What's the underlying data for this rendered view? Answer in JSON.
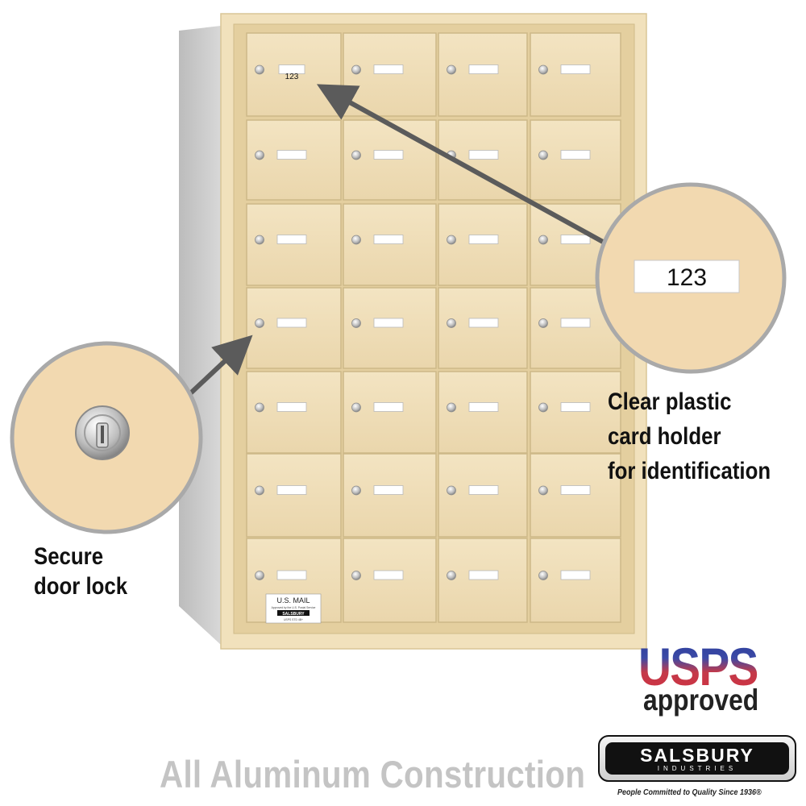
{
  "product": {
    "box_number_label": "123",
    "zoom_card_label": "123",
    "mail_label": {
      "title": "U.S. MAIL",
      "line1": "Approved by the U.S. Postal Service",
      "brand": "SALSBURY",
      "line3": "USPS STD 4B+"
    }
  },
  "captions": {
    "lock": [
      "Secure",
      "door lock"
    ],
    "card_holder": [
      "Clear plastic",
      "card holder",
      "for identification"
    ]
  },
  "footer": {
    "construction": "All Aluminum Construction"
  },
  "logos": {
    "usps_word": "USPS",
    "usps_sub": "approved",
    "salsbury_name": "SALSBURY",
    "salsbury_sub": "INDUSTRIES",
    "salsbury_tagline": "People Committed to Quality Since 1936®"
  },
  "colors": {
    "box_finish": "#EFDDB5",
    "frame": "#F1E1BC",
    "zoom_circle": "#F2D9B0",
    "arrow": "#5b5b5b",
    "side_panel": "#c9c9c9",
    "footer_text": "#c4c4c4"
  },
  "icons": [
    "lock-icon",
    "card-holder-icon",
    "arrow-icon",
    "usps-logo",
    "salsbury-logo"
  ]
}
